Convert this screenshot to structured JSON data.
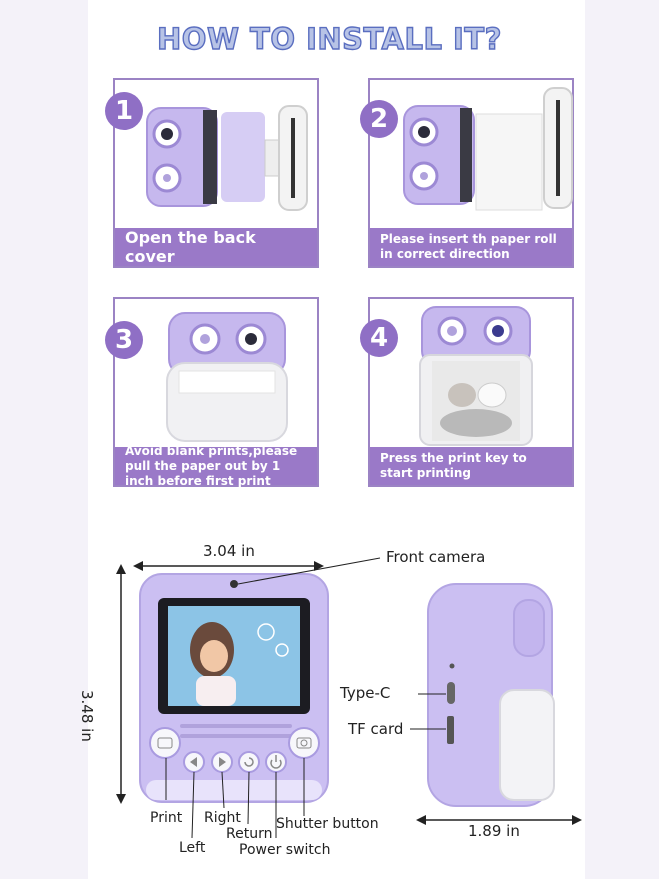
{
  "title": "HOW TO INSTALL IT?",
  "steps": [
    {
      "number": "1",
      "caption": "Open the back cover"
    },
    {
      "number": "2",
      "caption": "Please insert th paper roll in correct direction"
    },
    {
      "number": "3",
      "caption": "Avoid blank prints,please pull the paper out by 1 inch before first print"
    },
    {
      "number": "4",
      "caption": "Press the print key to start printing"
    }
  ],
  "dimensions": {
    "width": "3.04 in",
    "height": "3.48 in",
    "depth": "1.89 in"
  },
  "labels": {
    "front_camera": "Front camera",
    "print": "Print",
    "left": "Left",
    "right": "Right",
    "return": "Return",
    "power_switch": "Power switch",
    "shutter_button": "Shutter button",
    "type_c": "Type-C",
    "tf_card": "TF card"
  },
  "colors": {
    "accent_purple": "#9a79c8",
    "device_lavender": "#c9bdf0",
    "title_blue": "#b7c3e6"
  }
}
